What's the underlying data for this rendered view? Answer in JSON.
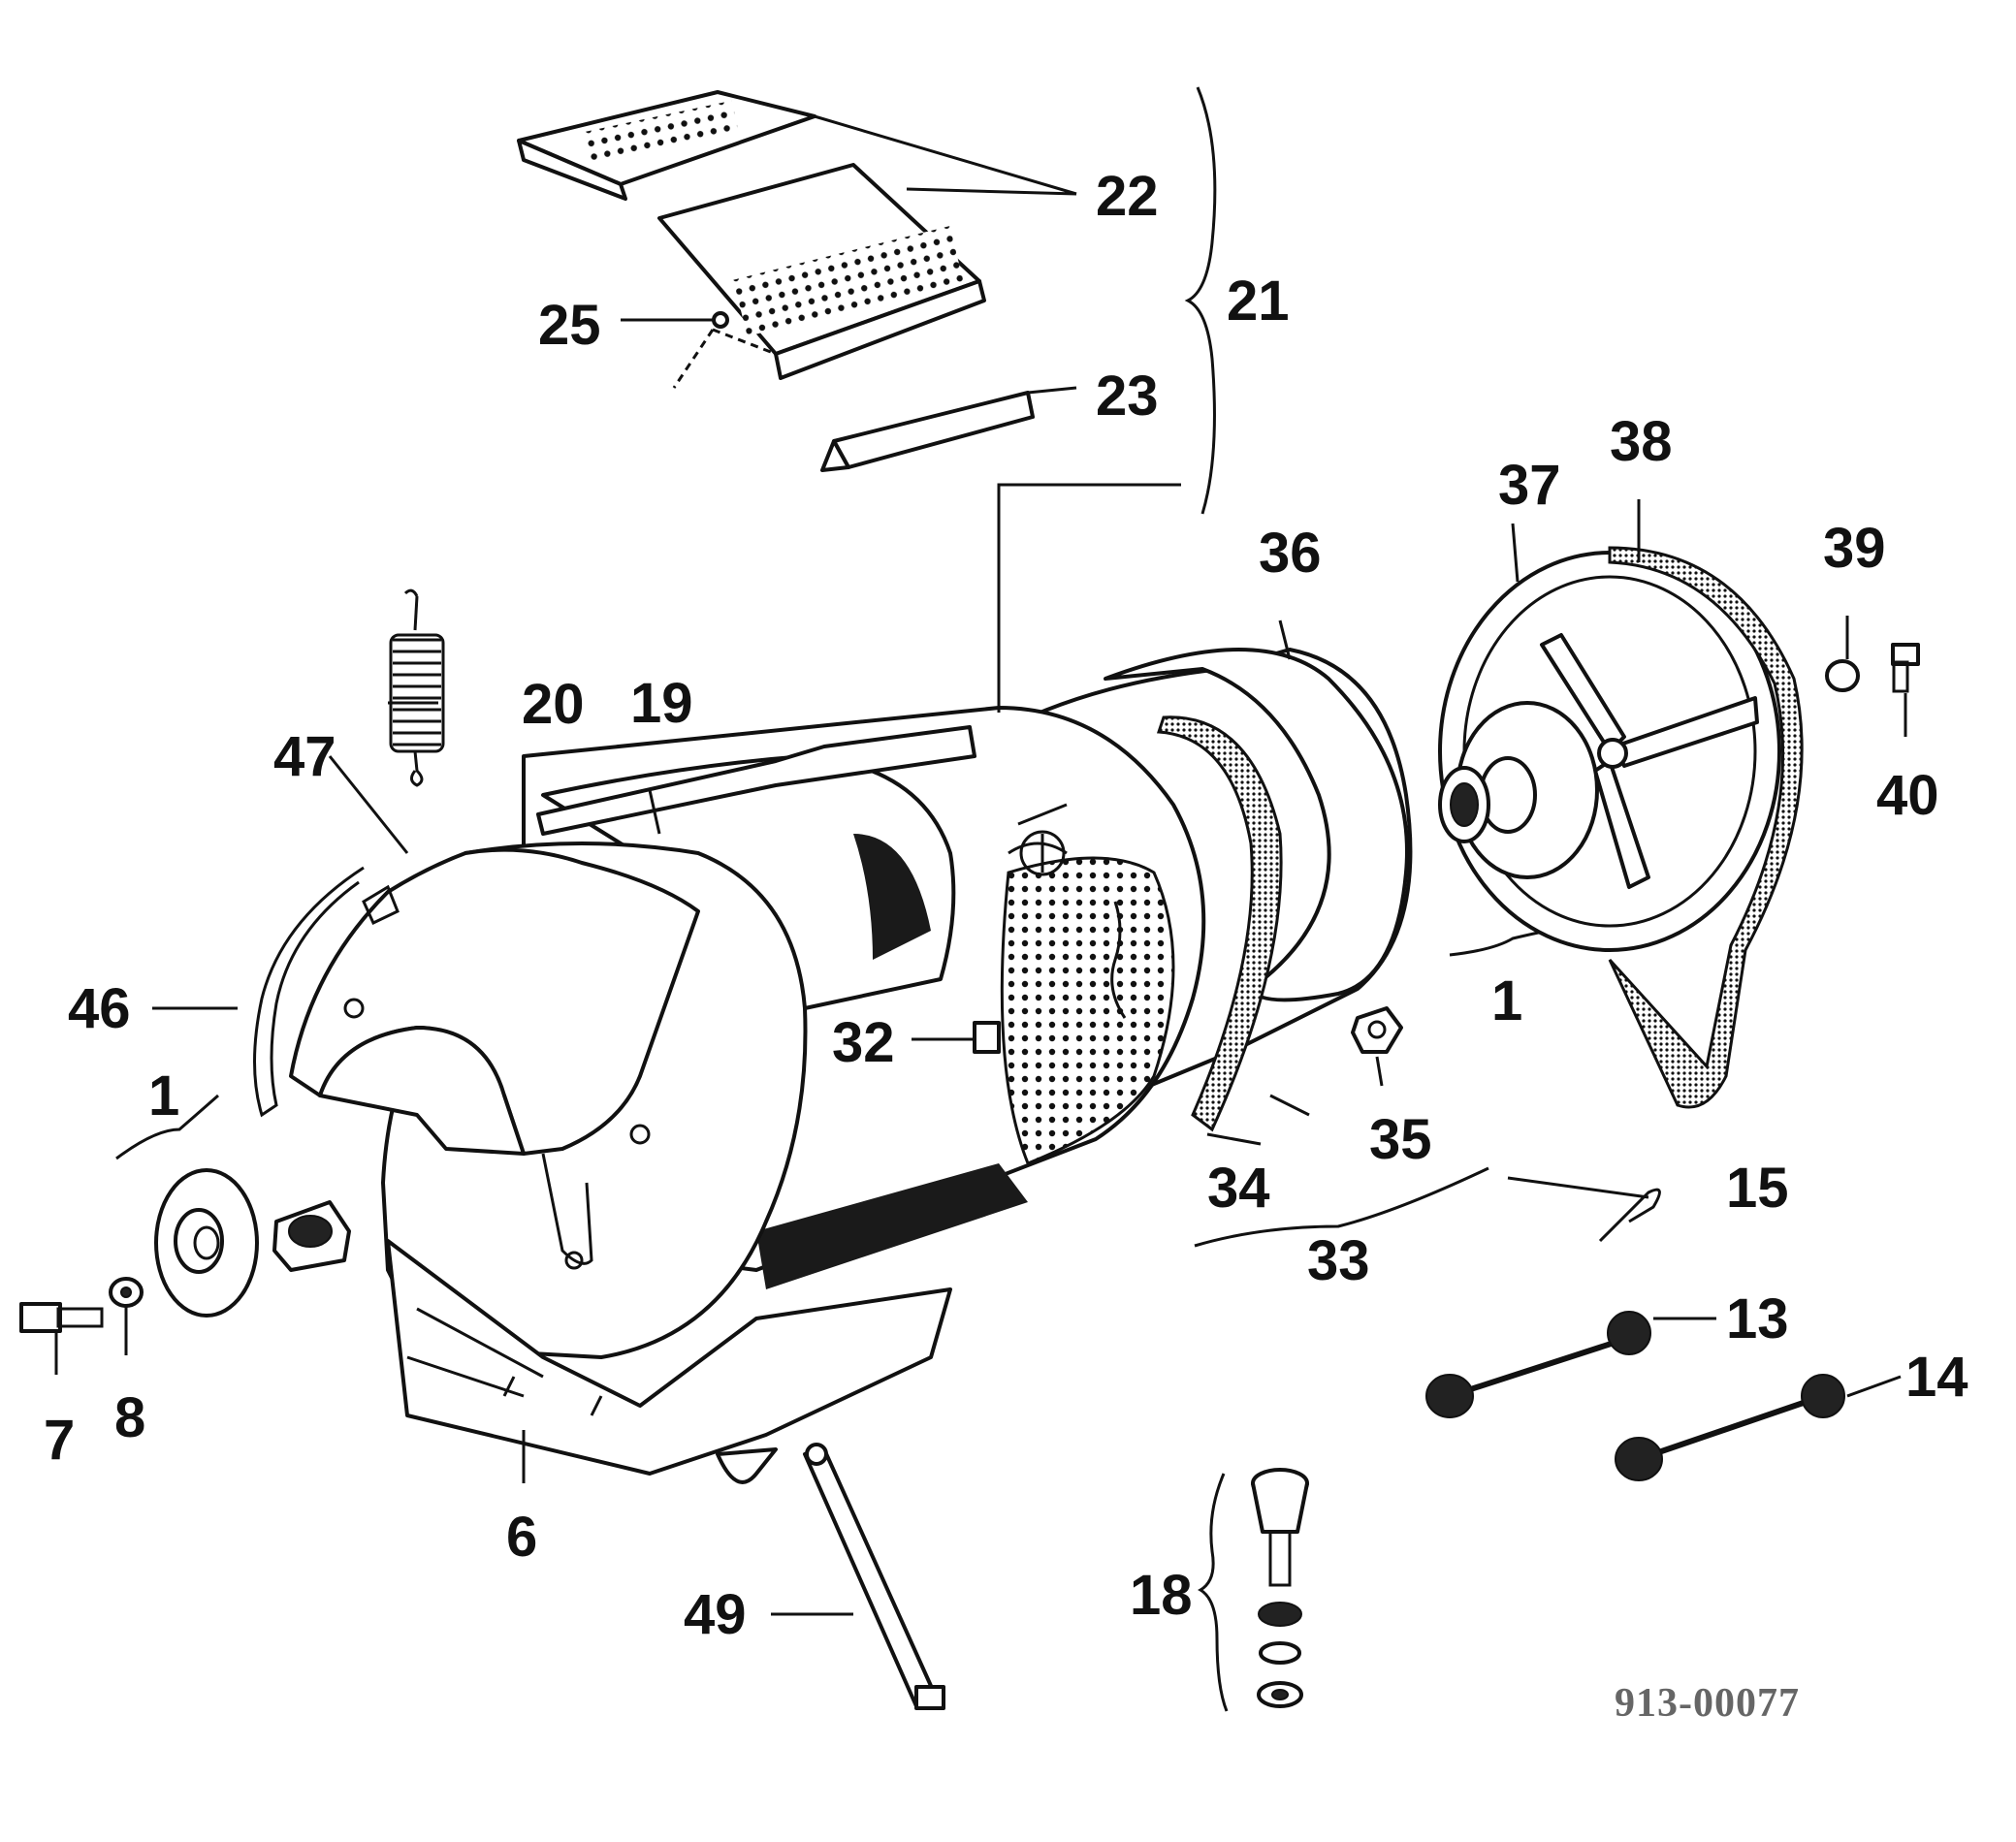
{
  "reference_number": "913-00077",
  "labels": {
    "p1a": "1",
    "p1b": "1",
    "p6": "6",
    "p7": "7",
    "p8": "8",
    "p13": "13",
    "p14": "14",
    "p15": "15",
    "p18": "18",
    "p19": "19",
    "p20": "20",
    "p21": "21",
    "p22": "22",
    "p23": "23",
    "p25": "25",
    "p32": "32",
    "p33": "33",
    "p34": "34",
    "p35": "35",
    "p36": "36",
    "p37": "37",
    "p38": "38",
    "p39": "39",
    "p40": "40",
    "p46": "46",
    "p47": "47",
    "p49": "49"
  }
}
